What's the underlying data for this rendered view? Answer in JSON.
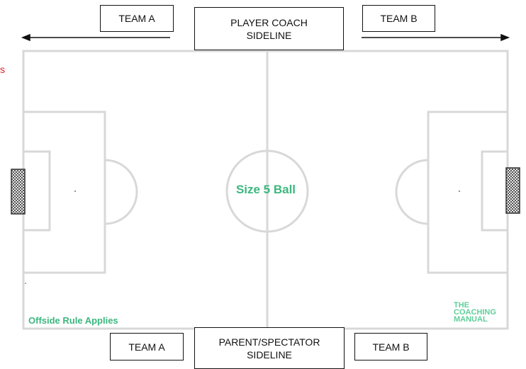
{
  "labels": {
    "top_team_a": "TEAM A",
    "top_team_b": "TEAM B",
    "top_sideline_line1": "PLAYER COACH",
    "top_sideline_line2": "SIDELINE",
    "bottom_team_a": "TEAM A",
    "bottom_team_b": "TEAM B",
    "bottom_sideline_line1": "PARENT/SPECTATOR",
    "bottom_sideline_line2": "SIDELINE",
    "center_text": "Size 5 Ball",
    "offside_text": "Offside Rule Applies",
    "edge_mark": "s"
  },
  "logo": {
    "line1": "THE",
    "line2": "COACHING",
    "line3": "MANUAL"
  },
  "colors": {
    "pitch_lines": "#d8d8d8",
    "accent_green": "#3bb77e",
    "logo_green": "#5fcf9a",
    "box_border": "#111111",
    "edge_mark": "#e02020"
  },
  "icons": {
    "left_arrow": "arrow-left-icon",
    "right_arrow": "arrow-right-icon",
    "left_goal": "goal-net-icon",
    "right_goal": "goal-net-icon"
  }
}
